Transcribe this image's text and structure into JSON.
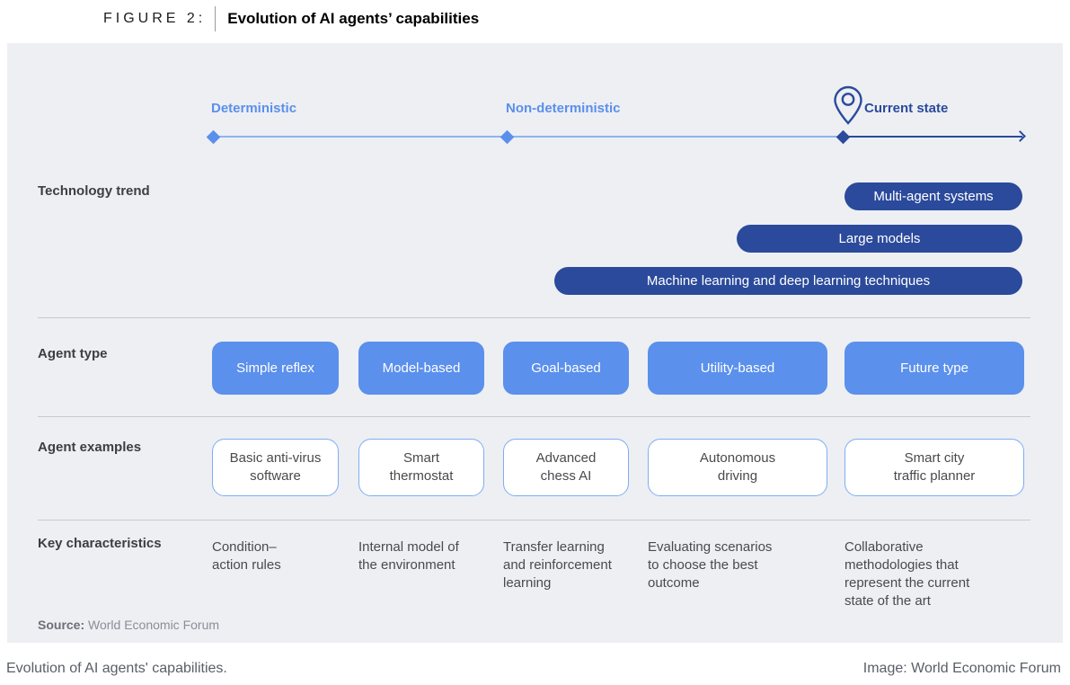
{
  "figure": {
    "label": "FIGURE 2:",
    "title": "Evolution of AI agents’ capabilities"
  },
  "timeline": {
    "stages": [
      {
        "label": "Deterministic"
      },
      {
        "label": "Non-deterministic"
      },
      {
        "label": "Current state"
      }
    ],
    "marker_icons": [
      "diamond-marker",
      "diamond-marker",
      "diamond-marker"
    ],
    "pin_icon": "location-pin-icon",
    "arrow_icon": "arrow-right-icon"
  },
  "rows": {
    "technology_trend": {
      "label": "Technology trend",
      "pills": [
        "Multi-agent systems",
        "Large models",
        "Machine learning and deep learning techniques"
      ]
    },
    "agent_type": {
      "label": "Agent type",
      "items": [
        "Simple reflex",
        "Model-based",
        "Goal-based",
        "Utility-based",
        "Future type"
      ]
    },
    "agent_examples": {
      "label": "Agent examples",
      "items": [
        "Basic anti-virus\nsoftware",
        "Smart\nthermostat",
        "Advanced\nchess AI",
        "Autonomous\ndriving",
        "Smart city\ntraffic planner"
      ]
    },
    "key_characteristics": {
      "label": "Key characteristics",
      "items": [
        "Condition–\naction rules",
        "Internal model of\nthe environment",
        "Transfer learning\nand reinforcement\nlearning",
        "Evaluating scenarios\nto choose the best\noutcome",
        "Collaborative\nmethodologies that\nrepresent the current\nstate of the art"
      ]
    }
  },
  "source": {
    "prefix": "Source:",
    "text": " World Economic Forum"
  },
  "caption": {
    "left": "Evolution of AI agents' capabilities.",
    "right": "Image: World Economic Forum"
  },
  "colors": {
    "panel_bg": "#EDEFF3",
    "navy": "#2B4A9B",
    "blue": "#5B90EC",
    "light_line": "#8FB3F1",
    "example_border": "#7EAEF2",
    "divider": "#C8C9CD"
  }
}
